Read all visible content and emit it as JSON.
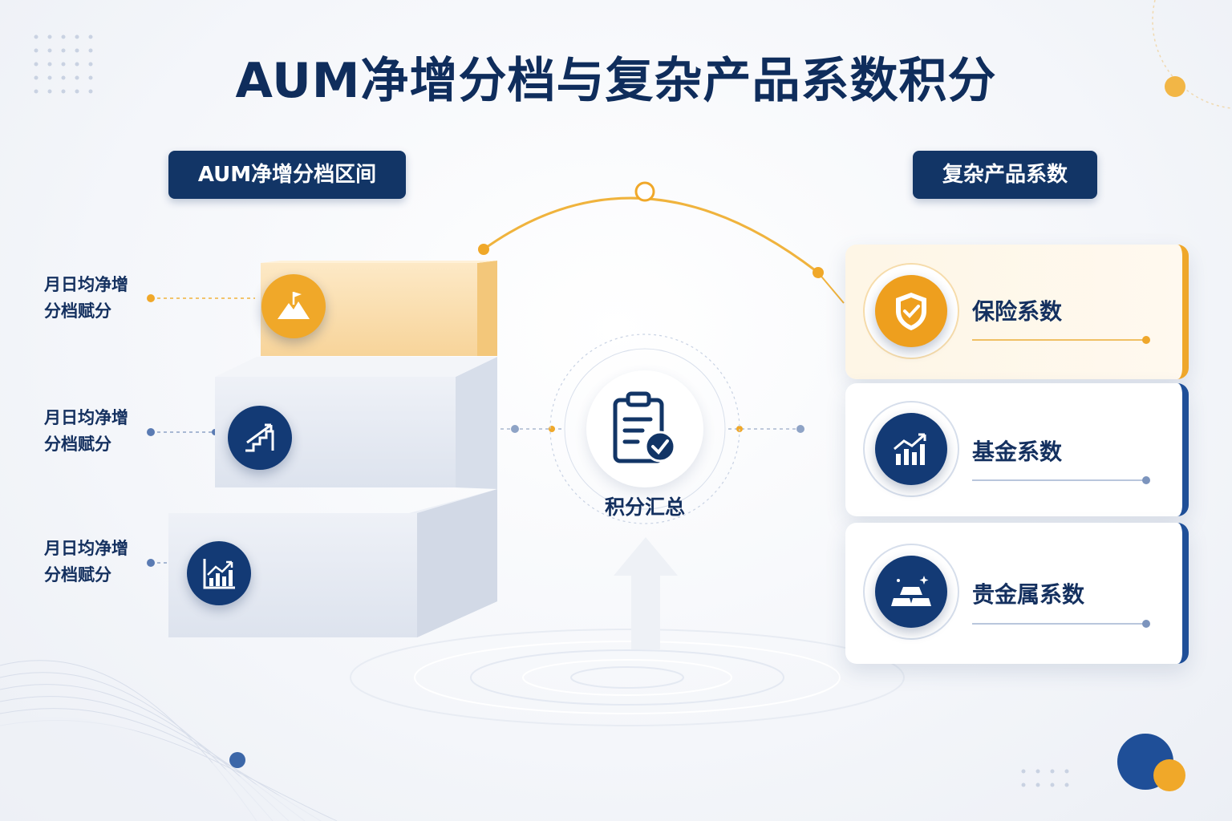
{
  "title": "AUM净增分档与复杂产品系数积分",
  "left_section": {
    "header": "AUM净增分档区间",
    "steps": [
      {
        "label_line1": "月日均净增",
        "label_line2": "分档赋分",
        "icon": "mountain-flag-icon"
      },
      {
        "label_line1": "月日均净增",
        "label_line2": "分档赋分",
        "icon": "stairs-arrow-icon"
      },
      {
        "label_line1": "月日均净增",
        "label_line2": "分档赋分",
        "icon": "bar-chart-arrow-icon"
      }
    ]
  },
  "center": {
    "label": "积分汇总",
    "icon": "clipboard-check-icon"
  },
  "right_section": {
    "header": "复杂产品系数",
    "cards": [
      {
        "title": "保险系数",
        "icon": "shield-check-icon"
      },
      {
        "title": "基金系数",
        "icon": "fund-chart-icon"
      },
      {
        "title": "贵金属系数",
        "icon": "gold-bars-icon"
      }
    ]
  },
  "colors": {
    "navy": "#123566",
    "gold": "#e9a426",
    "light_gold": "#fbe6bf",
    "block_gray": "#e3e8f1"
  }
}
